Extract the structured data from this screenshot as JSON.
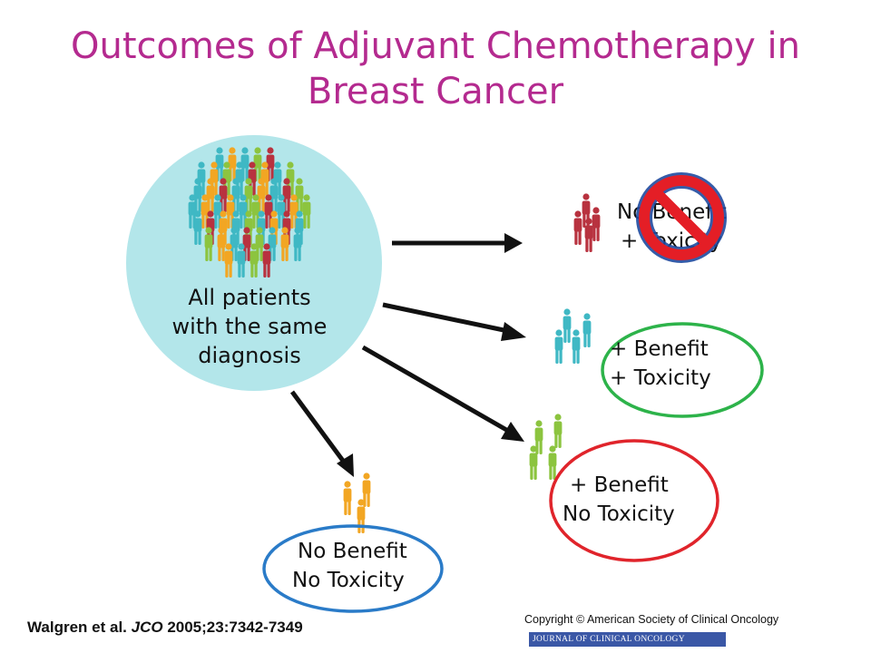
{
  "title": {
    "line1": "Outcomes of Adjuvant Chemotherapy in",
    "line2": "Breast Cancer"
  },
  "source": {
    "line1": "All patients",
    "line2": "with the same",
    "line3": "diagnosis"
  },
  "outcomes": {
    "no_benefit_toxicity": {
      "line1": "No Benefit",
      "line2": "+ Toxicity",
      "prohibited_icon": "prohibited-icon"
    },
    "benefit_toxicity": {
      "line1": "+ Benefit",
      "line2": "+ Toxicity"
    },
    "benefit_no_toxicity": {
      "line1": "+ Benefit",
      "line2": "No Toxicity"
    },
    "no_benefit_no_toxicity": {
      "line1": "No Benefit",
      "line2": "No Toxicity"
    }
  },
  "citation": {
    "authors": "Walgren et al. ",
    "journal": "JCO",
    "ref": " 2005;23:7342-7349"
  },
  "copyright": "Copyright © American Society of Clinical Oncology",
  "journal_banner": "JOURNAL OF CLINICAL ONCOLOGY",
  "colors": {
    "title": "#b42a8f",
    "circle": "#b3e6ea",
    "red_group": "#b8323f",
    "teal_group": "#3fb8c4",
    "green_group": "#8cc43f",
    "orange_group": "#f2a623",
    "green_ring": "#2db34a",
    "red_ring": "#e0242b",
    "blue_ring": "#2a7bc8"
  }
}
